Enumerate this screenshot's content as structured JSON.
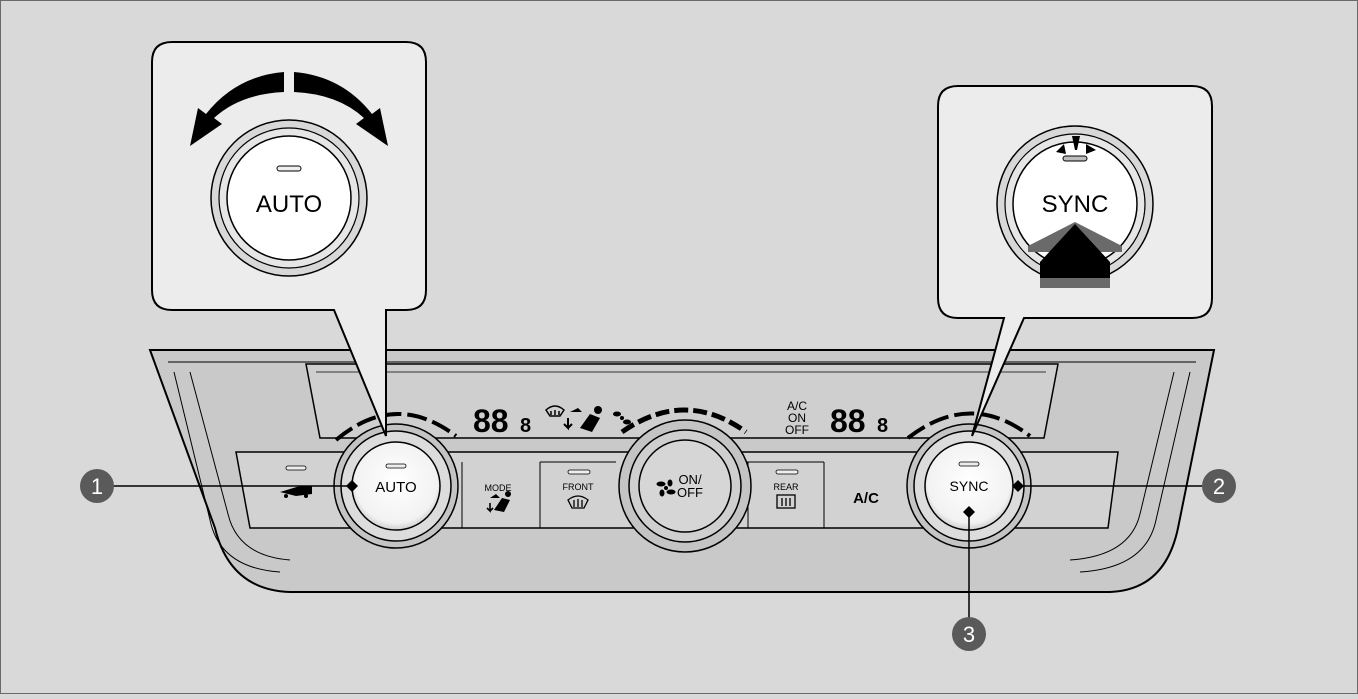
{
  "callouts": {
    "auto_label": "AUTO",
    "sync_label": "SYNC"
  },
  "panel": {
    "display": {
      "left_temp": "88",
      "left_temp_decimal": "8",
      "right_temp": "88",
      "right_temp_decimal": "8",
      "ac_status_lines": [
        "A/C",
        "ON",
        "OFF"
      ]
    },
    "buttons": {
      "auto": "AUTO",
      "mode": "MODE",
      "front": "FRONT",
      "on_off_line1": "ON/",
      "on_off_line2": "OFF",
      "rear": "REAR",
      "ac": "A/C",
      "sync": "SYNC"
    }
  },
  "markers": {
    "one": "1",
    "two": "2",
    "three": "3"
  },
  "icons": {
    "recirculation": "recirculation-icon",
    "mode_airflow": "airflow-mode-icon",
    "front_defrost": "front-defrost-icon",
    "fan": "fan-icon",
    "rear_defrost": "rear-defrost-icon",
    "seat_airflow": "seat-airflow-icon",
    "rotate_arrows": "rotate-arrows-icon",
    "press_arrow": "press-arrow-icon"
  },
  "colors": {
    "background": "#d9d9d9",
    "panel_body": "#c8c8c8",
    "marker_fill": "#5a5a5a",
    "ink": "#000000"
  }
}
